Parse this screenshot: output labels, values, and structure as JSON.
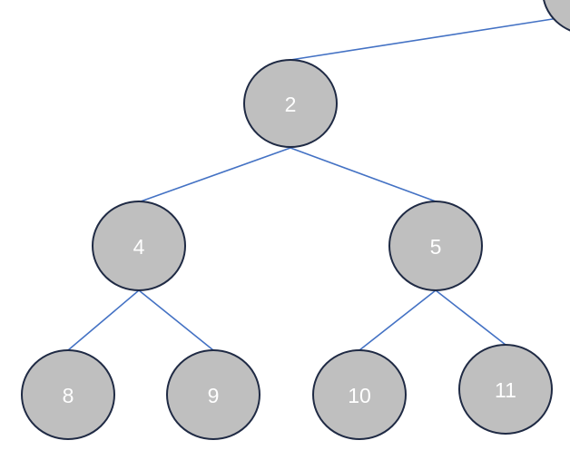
{
  "diagram": {
    "colors": {
      "node_fill": "#bfbfbf",
      "node_stroke": "#1f2a44",
      "edge": "#4472c4",
      "label": "#ffffff"
    },
    "nodes": [
      {
        "id": "offscreen-parent",
        "label": ""
      },
      {
        "id": "2",
        "label": "2"
      },
      {
        "id": "4",
        "label": "4"
      },
      {
        "id": "5",
        "label": "5"
      },
      {
        "id": "8",
        "label": "8"
      },
      {
        "id": "9",
        "label": "9"
      },
      {
        "id": "10",
        "label": "10"
      },
      {
        "id": "11",
        "label": "11"
      }
    ],
    "edges": [
      {
        "from": "offscreen-parent",
        "to": "2"
      },
      {
        "from": "2",
        "to": "4"
      },
      {
        "from": "2",
        "to": "5"
      },
      {
        "from": "4",
        "to": "8"
      },
      {
        "from": "4",
        "to": "9"
      },
      {
        "from": "5",
        "to": "10"
      },
      {
        "from": "5",
        "to": "11"
      }
    ]
  }
}
